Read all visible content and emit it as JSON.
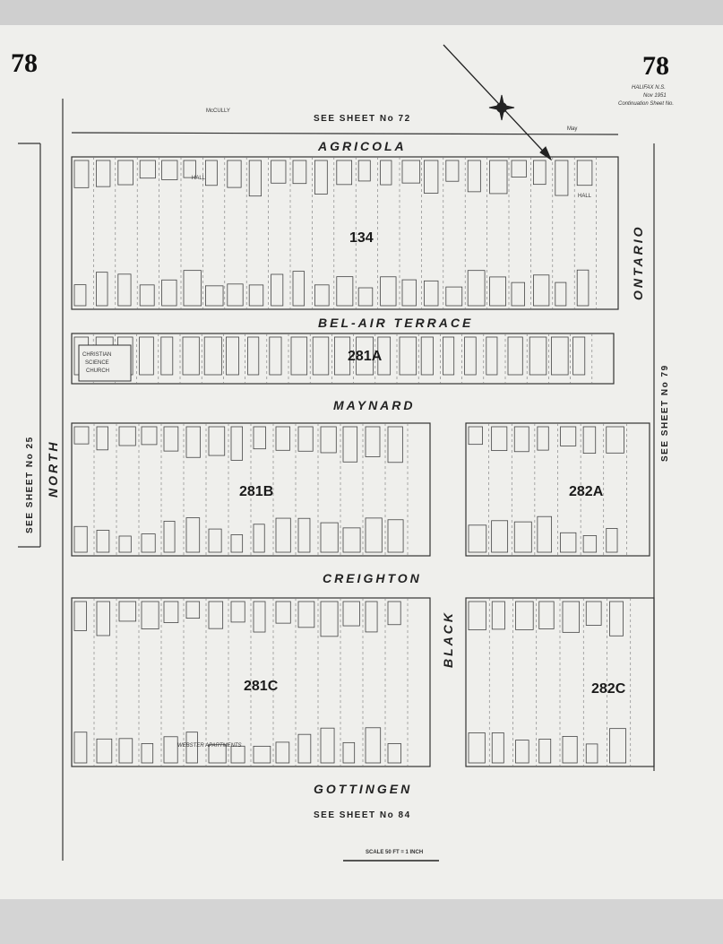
{
  "sheet": {
    "number_left": "78",
    "number_right": "78",
    "city": "HALIFAX N.S.",
    "date": "Nov 1951",
    "continuation": "Continuation Sheet No."
  },
  "references": {
    "top": "SEE SHEET No 72",
    "bottom": "SEE SHEET No 84",
    "left": "SEE SHEET No 25",
    "right": "SEE SHEET No 79",
    "mccully": "McCULLY"
  },
  "streets": {
    "agricola": "AGRICOLA",
    "bel_air": "BEL-AIR TERRACE",
    "maynard": "MAYNARD",
    "creighton": "CREIGHTON",
    "gottingen": "GOTTINGEN",
    "north": "NORTH",
    "ontario": "ONTARIO",
    "black": "BLACK"
  },
  "blocks": {
    "b134": "134",
    "b281a": "281A",
    "b281b": "281B",
    "b282a": "282A",
    "b281c": "281C",
    "b282c": "282C"
  },
  "buildings": {
    "church": [
      "CHRISTIAN",
      "SCIENCE",
      "CHURCH"
    ],
    "webster": "WEBSTER APARTMENTS",
    "hall1": "HALL",
    "hall2": "HALL",
    "may": "May"
  },
  "scale": "SCALE 50 FT = 1 INCH",
  "colors": {
    "ink": "#222222",
    "paper": "#efefec"
  }
}
